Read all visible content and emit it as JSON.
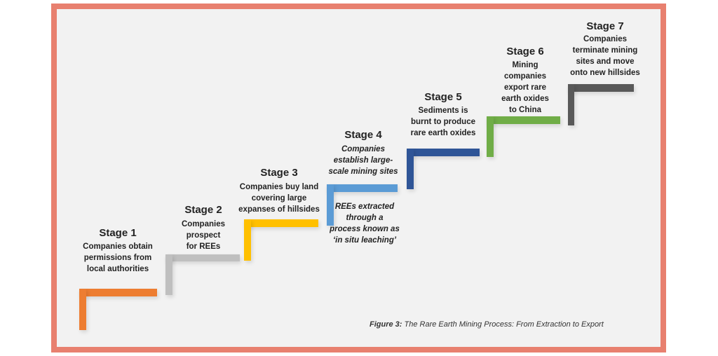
{
  "stages": [
    {
      "title": "Stage 1",
      "desc": [
        "Companies obtain",
        "permissions from",
        "local authorities"
      ],
      "color": "#ed7d31"
    },
    {
      "title": "Stage 2",
      "desc": [
        "Companies",
        "prospect",
        "for REEs"
      ],
      "color": "#bfbfbf"
    },
    {
      "title": "Stage 3",
      "desc": [
        "Companies buy land",
        "covering large",
        "expanses of hillsides"
      ],
      "color": "#ffc000"
    },
    {
      "title": "Stage 4",
      "desc": [
        "Companies",
        "establish large-",
        "scale mining sites"
      ],
      "note": [
        "REEs extracted",
        "through a",
        "process known as",
        "‘in situ leaching’"
      ],
      "color": "#5b9bd5"
    },
    {
      "title": "Stage 5",
      "desc": [
        "Sediments is",
        "burnt to produce",
        "rare earth oxides"
      ],
      "color": "#2f5597"
    },
    {
      "title": "Stage 6",
      "desc": [
        "Mining",
        "companies",
        "export rare",
        "earth oxides",
        "to China"
      ],
      "color": "#70ad47"
    },
    {
      "title": "Stage 7",
      "desc": [
        "Companies",
        "terminate mining",
        "sites and move",
        "onto new hillsides"
      ],
      "color": "#595959"
    }
  ],
  "caption": {
    "label": "Figure 3:",
    "text": " The Rare Earth Mining Process: From Extraction to Export"
  },
  "colors": {
    "frame": "#e8806f",
    "background": "#f2f2f2"
  }
}
